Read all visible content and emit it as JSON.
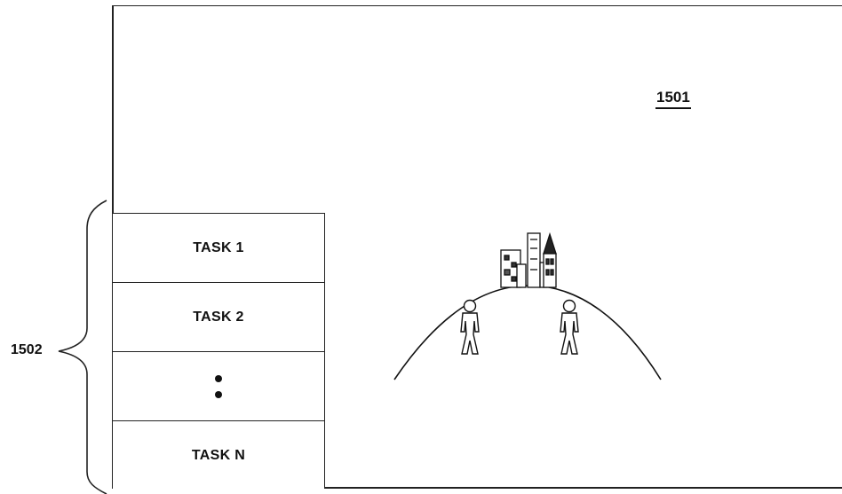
{
  "screen": {
    "reference_label": "1501"
  },
  "task_panel": {
    "reference_label": "1502",
    "tasks": [
      {
        "label": "TASK 1"
      },
      {
        "label": "TASK 2"
      },
      {
        "label": "",
        "is_ellipsis": true
      },
      {
        "label": "TASK N"
      }
    ]
  },
  "illustration": {
    "icons": [
      "hill-icon",
      "city-icon",
      "person-icon",
      "person-icon"
    ]
  }
}
